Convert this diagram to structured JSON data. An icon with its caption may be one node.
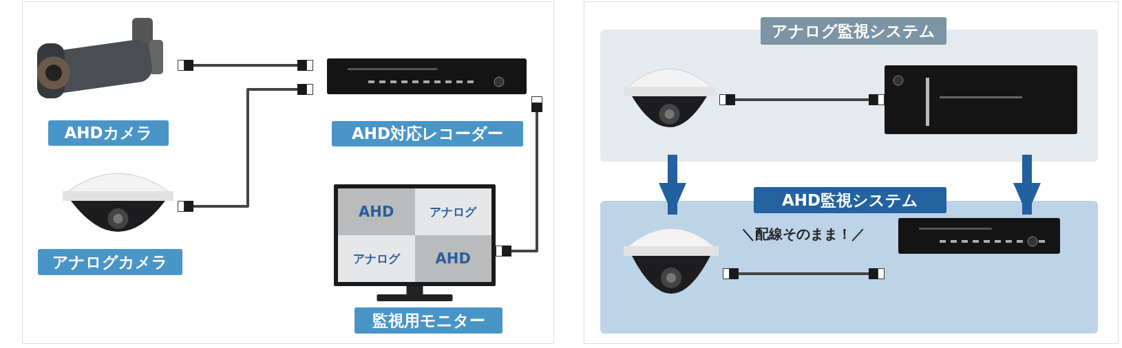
{
  "diagram": {
    "nodes": [
      {
        "text": [],
        "shape": "picture",
        "beside": [
          "AHDカメラ"
        ]
      },
      {
        "text": [],
        "shape": "picture",
        "beside": [
          "アナログカメラ"
        ]
      },
      {
        "text": [],
        "shape": "picture",
        "beside": [
          "AHD対応レコーダー"
        ]
      },
      {
        "text": [
          "AHD",
          "アナログ",
          "アナログ",
          "AHD"
        ],
        "beside": [
          "監視用モニター"
        ]
      },
      {
        "text": [
          "アナログ監視システム"
        ]
      },
      {
        "text": [],
        "shape": "picture",
        "in": 4
      },
      {
        "text": [],
        "shape": "picture",
        "in": 4
      },
      {
        "text": [
          "AHD監視システム"
        ]
      },
      {
        "text": [],
        "shape": "picture",
        "in": 7
      },
      {
        "text": [],
        "shape": "picture",
        "in": 7
      }
    ],
    "edges": [
      {
        "from": 0,
        "to": 2,
        "arrow": "other"
      },
      {
        "from": 1,
        "to": 2,
        "arrow": "other"
      },
      {
        "from": 2,
        "to": 3,
        "arrow": "other"
      },
      {
        "from": 5,
        "to": 6,
        "arrow": "other"
      },
      {
        "from": 8,
        "to": 9,
        "arrow": "other",
        "label": "＼配線そのまま！／"
      },
      {
        "from": 5,
        "to": 8,
        "arrow": "to",
        "style": "thick",
        "color": "#2260a0"
      },
      {
        "from": 6,
        "to": 9,
        "arrow": "to",
        "style": "thick",
        "color": "#2260a0"
      }
    ]
  }
}
